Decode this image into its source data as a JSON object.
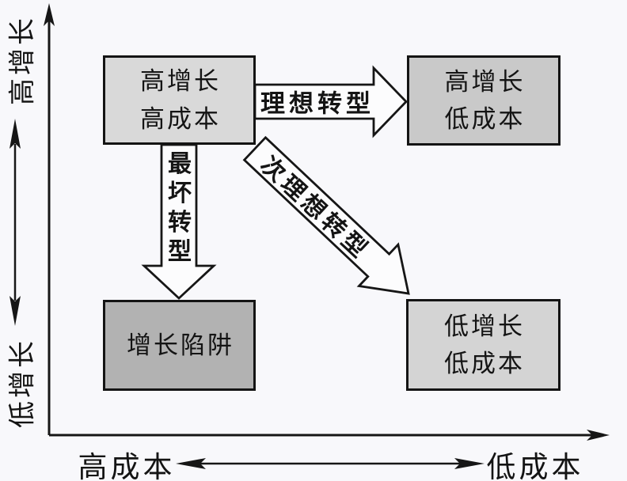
{
  "diagram": {
    "boxes": {
      "top_left": {
        "line1": "高增长",
        "line2": "高成本"
      },
      "top_right": {
        "line1": "高增长",
        "line2": "低成本"
      },
      "bottom_left": {
        "line1": "增长陷阱"
      },
      "bottom_right": {
        "line1": "低增长",
        "line2": "低成本"
      }
    },
    "arrows": {
      "ideal": {
        "label": "理想转型"
      },
      "worst": {
        "label": "最坏转型"
      },
      "sub_ideal": {
        "label": "次理想转型"
      }
    },
    "axes": {
      "y_top_label": "高增长",
      "y_bottom_label": "低增长",
      "x_left_label": "高成本",
      "x_right_label": "低成本"
    },
    "colors": {
      "background": "#f8f8fb",
      "line": "#161616",
      "text": "#141414",
      "arrow_fill": "#fcfcfd",
      "box_fill_top_left": "#d9d9d9",
      "box_fill_top_right": "#c9c9c9",
      "box_fill_bottom_left": "#b2b2b2",
      "box_fill_bottom_right": "#d4d4d4"
    }
  }
}
